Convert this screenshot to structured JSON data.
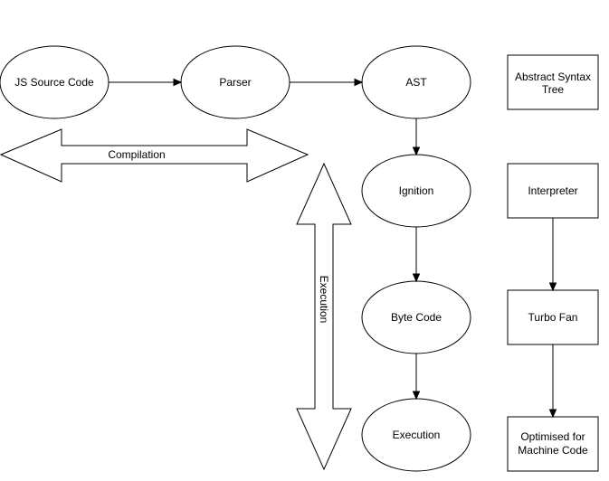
{
  "diagram": {
    "nodes": {
      "js_source": "JS Source Code",
      "parser": "Parser",
      "ast": "AST",
      "ignition": "Ignition",
      "byte_code": "Byte Code",
      "execution": "Execution",
      "abstract_syntax_tree": [
        "Abstract Syntax",
        "Tree"
      ],
      "interpreter": "Interpreter",
      "turbo_fan": "Turbo Fan",
      "optimised": [
        "Optimised for",
        "Machine Code"
      ]
    },
    "phases": {
      "compilation": "Compilation",
      "execution": "Execution"
    }
  }
}
